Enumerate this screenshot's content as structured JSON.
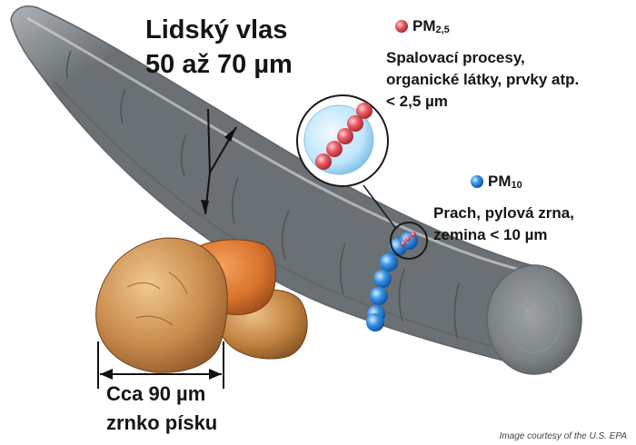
{
  "hair": {
    "title_line1": "Lidský vlas",
    "title_line2": "50 až 70 µm"
  },
  "pm25": {
    "prefix": "PM",
    "subscript": "2,5",
    "desc_line1": "Spalovací procesy,",
    "desc_line2": "organické látky, prvky atp.",
    "desc_line3": "< 2,5 µm"
  },
  "pm10": {
    "prefix": "PM",
    "subscript": "10",
    "desc_line1": "Prach, pylová zrna,",
    "desc_line2": "zemina < 10 µm"
  },
  "sand": {
    "line1": "Cca 90 µm",
    "line2": "zrnko písku"
  },
  "credit": "Image courtesy of the U.S. EPA",
  "colors": {
    "hair": "#8f9598",
    "pm25_particle": "#e05a62",
    "pm10_particle": "#3a8fe0",
    "sand": "#c98a4c"
  }
}
